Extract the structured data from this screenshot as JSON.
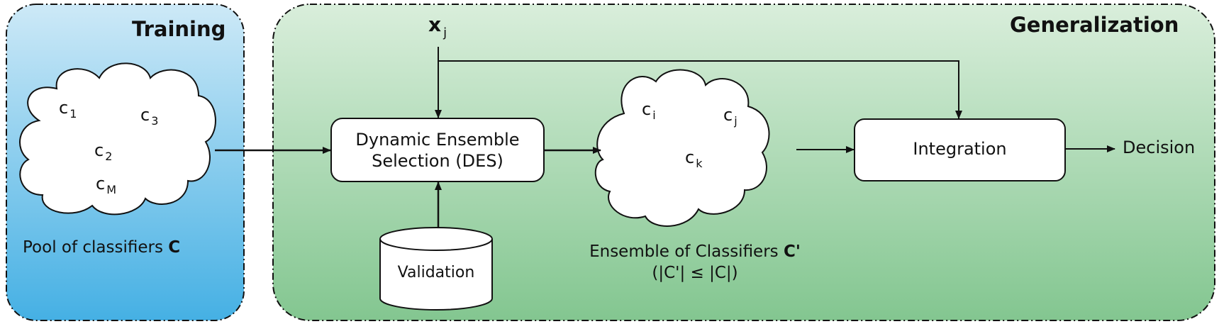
{
  "panels": {
    "training_title": "Training",
    "generalization_title": "Generalization"
  },
  "pool": {
    "classifiers": [
      {
        "base": "c",
        "sub": "1"
      },
      {
        "base": "c",
        "sub": "3"
      },
      {
        "base": "c",
        "sub": "2"
      },
      {
        "base": "c",
        "sub": "M"
      }
    ],
    "caption_text": "Pool of classifiers ",
    "caption_bold": "C"
  },
  "input": {
    "base": "x",
    "sub": "j"
  },
  "des_box": {
    "line1": "Dynamic Ensemble",
    "line2": "Selection (DES)"
  },
  "validation": {
    "label": "Validation"
  },
  "ensemble": {
    "classifiers": [
      {
        "base": "c",
        "sub": "i"
      },
      {
        "base": "c",
        "sub": "j"
      },
      {
        "base": "c",
        "sub": "k"
      }
    ],
    "caption_text": "Ensemble of Classifiers ",
    "caption_bold": "C'",
    "caption_line2": "(|C'| ≤  |C|)"
  },
  "integration": {
    "label": "Integration"
  },
  "output": {
    "label": "Decision"
  },
  "colors": {
    "training_top": "#cde9f7",
    "training_bottom": "#45b0e4",
    "generalization_top": "#d9eedb",
    "generalization_bottom": "#83c690",
    "stroke": "#111111"
  }
}
